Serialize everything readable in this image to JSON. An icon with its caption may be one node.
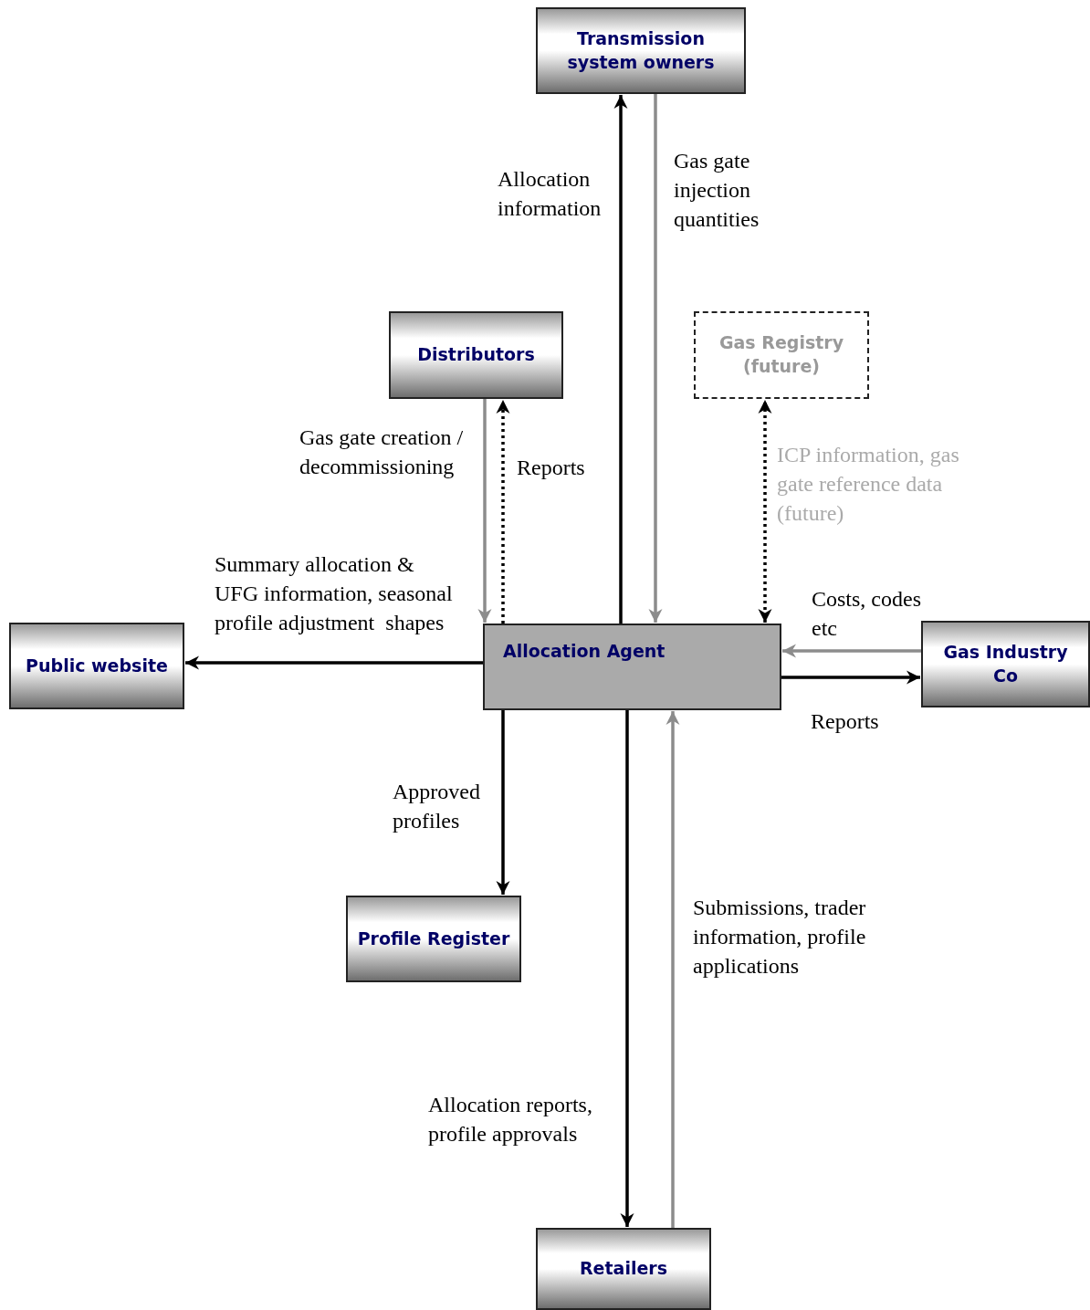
{
  "diagram": {
    "nodes": [
      {
        "text": [
          "Transmission system owners"
        ]
      },
      {
        "text": [
          "Distributors"
        ]
      },
      {
        "text": [
          "Gas Registry (future)"
        ]
      },
      {
        "text": [
          "Public website"
        ]
      },
      {
        "text": [
          "Allocation Agent"
        ]
      },
      {
        "text": [
          "Gas Industry Co"
        ]
      },
      {
        "text": [
          "Profile Register"
        ]
      },
      {
        "text": [
          "Retailers"
        ]
      }
    ],
    "edges": [
      {
        "from": 4,
        "to": 0,
        "arrow": "to",
        "label": "Allocation information"
      },
      {
        "from": 0,
        "to": 4,
        "arrow": "to",
        "label": "Gas gate injection quantities",
        "color": "#8c8c8c"
      },
      {
        "from": 1,
        "to": 4,
        "arrow": "to",
        "label": "Gas gate creation / decommissioning",
        "color": "#8c8c8c"
      },
      {
        "from": 4,
        "to": 1,
        "arrow": "to",
        "label": "Reports",
        "style": "dashed"
      },
      {
        "from": 4,
        "to": 2,
        "arrow": "both",
        "label": "ICP information, gas gate reference data (future)",
        "style": "dashed"
      },
      {
        "from": 4,
        "to": 3,
        "arrow": "to",
        "label": "Summary allocation & UFG information, seasonal profile adjustment  shapes"
      },
      {
        "from": 5,
        "to": 4,
        "arrow": "to",
        "label": "Costs, codes etc",
        "color": "#8c8c8c"
      },
      {
        "from": 4,
        "to": 5,
        "arrow": "to",
        "label": "Reports"
      },
      {
        "from": 4,
        "to": 6,
        "arrow": "to",
        "label": "Approved profiles"
      },
      {
        "from": 4,
        "to": 7,
        "arrow": "to",
        "label": "Allocation reports, profile approvals"
      },
      {
        "from": 7,
        "to": 4,
        "arrow": "to",
        "label": "Submissions, trader information, profile applications",
        "color": "#8c8c8c"
      }
    ]
  }
}
